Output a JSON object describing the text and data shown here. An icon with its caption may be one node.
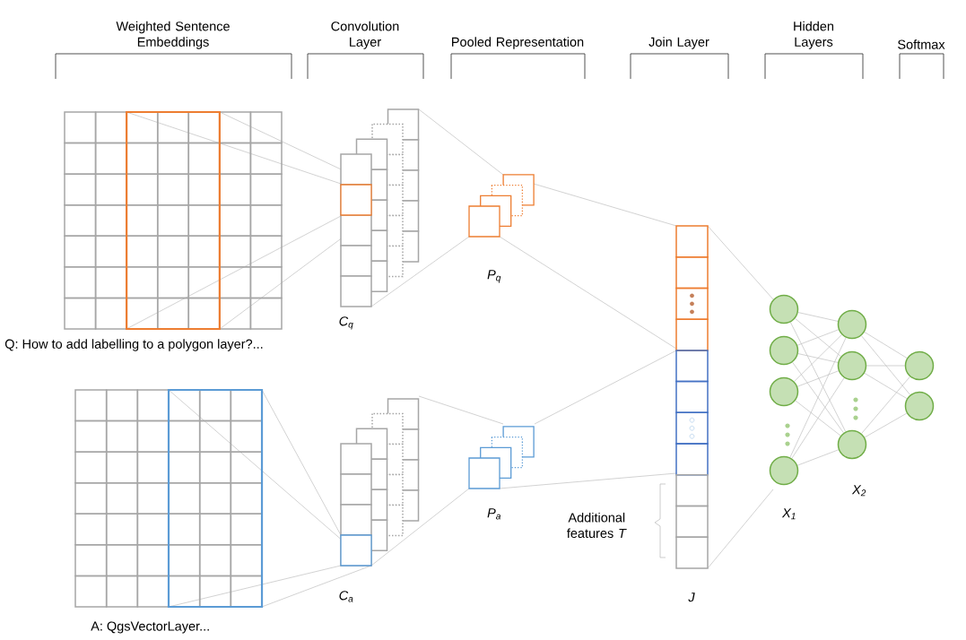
{
  "diagram": {
    "nodes": [
      {
        "text": [],
        "shape": "grid",
        "beside": [
          "Q: How to add labelling to a polygon layer?..."
        ]
      },
      {
        "text": [],
        "shape": "stack",
        "beside": [
          "C$_{q}$"
        ]
      },
      {
        "text": [],
        "shape": "stack",
        "beside": [
          "P$_{q}$"
        ]
      },
      {
        "text": [],
        "shape": "grid",
        "beside": [
          "A: QgsVectorLayer..."
        ]
      },
      {
        "text": [],
        "shape": "stack",
        "beside": [
          "C$_{a}$"
        ]
      },
      {
        "text": [],
        "shape": "stack",
        "beside": [
          "P$_{a}$"
        ]
      },
      {
        "text": [],
        "shape": "bar",
        "beside": [
          "J"
        ]
      },
      {
        "text": [],
        "shape": "circle"
      },
      {
        "text": [],
        "shape": "circle"
      },
      {
        "text": [],
        "shape": "circle"
      },
      {
        "text": [],
        "shape": "circle",
        "beside": [
          "X$_{1}$"
        ]
      },
      {
        "text": [],
        "shape": "circle"
      },
      {
        "text": [],
        "shape": "circle"
      },
      {
        "text": [],
        "shape": "circle"
      },
      {
        "text": [],
        "shape": "circle"
      },
      {
        "text": [],
        "shape": "circle"
      }
    ],
    "edges": [
      {
        "from": 0,
        "to": 1,
        "arrow": "none"
      },
      {
        "from": 0,
        "to": 1,
        "arrow": "none"
      },
      {
        "from": 0,
        "to": 1,
        "arrow": "none"
      },
      {
        "from": 0,
        "to": 1,
        "arrow": "none"
      },
      {
        "from": 1,
        "to": 2,
        "arrow": "none"
      },
      {
        "from": 1,
        "to": 2,
        "arrow": "none"
      },
      {
        "from": 2,
        "to": 6,
        "arrow": "none"
      },
      {
        "from": 2,
        "to": 6,
        "arrow": "none"
      },
      {
        "from": 3,
        "to": 4,
        "arrow": "none"
      },
      {
        "from": 3,
        "to": 4,
        "arrow": "none"
      },
      {
        "from": 3,
        "to": 4,
        "arrow": "none"
      },
      {
        "from": 3,
        "to": 4,
        "arrow": "none"
      },
      {
        "from": 4,
        "to": 5,
        "arrow": "none"
      },
      {
        "from": 4,
        "to": 5,
        "arrow": "none"
      },
      {
        "from": 5,
        "to": 6,
        "arrow": "none"
      },
      {
        "from": 5,
        "to": 6,
        "arrow": "none"
      },
      {
        "from": 6,
        "to": 7,
        "arrow": "none"
      },
      {
        "from": 6,
        "to": 10,
        "arrow": "none"
      },
      {
        "from": 7,
        "to": 11,
        "arrow": "none"
      },
      {
        "from": 7,
        "to": 12,
        "arrow": "none"
      },
      {
        "from": 7,
        "to": 13,
        "arrow": "none"
      },
      {
        "from": 8,
        "to": 11,
        "arrow": "none"
      },
      {
        "from": 8,
        "to": 12,
        "arrow": "none"
      },
      {
        "from": 8,
        "to": 13,
        "arrow": "none"
      },
      {
        "from": 9,
        "to": 11,
        "arrow": "none"
      },
      {
        "from": 9,
        "to": 12,
        "arrow": "none"
      },
      {
        "from": 9,
        "to": 13,
        "arrow": "none"
      },
      {
        "from": 10,
        "to": 11,
        "arrow": "none"
      },
      {
        "from": 10,
        "to": 12,
        "arrow": "none"
      },
      {
        "from": 10,
        "to": 13,
        "arrow": "none"
      },
      {
        "from": 11,
        "to": 14,
        "arrow": "none"
      },
      {
        "from": 11,
        "to": 15,
        "arrow": "none"
      },
      {
        "from": 12,
        "to": 14,
        "arrow": "none"
      },
      {
        "from": 12,
        "to": 15,
        "arrow": "none"
      },
      {
        "from": 13,
        "to": 14,
        "arrow": "none"
      },
      {
        "from": 13,
        "to": 15,
        "arrow": "none"
      }
    ],
    "labels": [
      "Weighted Sentence Embeddings",
      "Convolution Layer",
      "Pooled Representation",
      "Join Layer",
      "Hidden Layers",
      "Softmax",
      "Additional features *T*",
      "X$_{2}$"
    ]
  }
}
